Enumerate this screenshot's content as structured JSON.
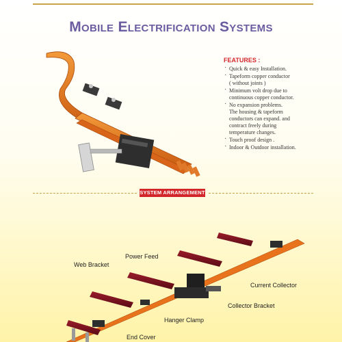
{
  "header": {
    "title": "Mobile Electrification Systems"
  },
  "features": {
    "heading": "FEATURES  :",
    "items": [
      "Quick & easy Installation.",
      "Tapeform copper conductor\n( without joints )",
      "Minimum volt drop due to\ncontinuous copper conductor.",
      "No expansion problems.\nThe housing & tapeform\nconductors can expand. and\ncontract freely during\ntemperature changes.",
      "Touch proof design .",
      "Indoor & Outdoor installation."
    ]
  },
  "section": {
    "label": "SYSTEM ARRANGEMENT"
  },
  "diagram": {
    "labels": {
      "web_bracket": "Web Bracket",
      "power_feed": "Power Feed",
      "current_collector": "Current Collector",
      "collector_bracket": "Collector Bracket",
      "hanger_clamp": "Hanger Clamp",
      "end_cover": "End Cover"
    }
  },
  "colors": {
    "title": "#6b5ba0",
    "accent_red": "#d3262b",
    "rail_orange": "#e8731c",
    "bracket_maroon": "#7a1420",
    "rule_gold": "#c9a24a"
  }
}
